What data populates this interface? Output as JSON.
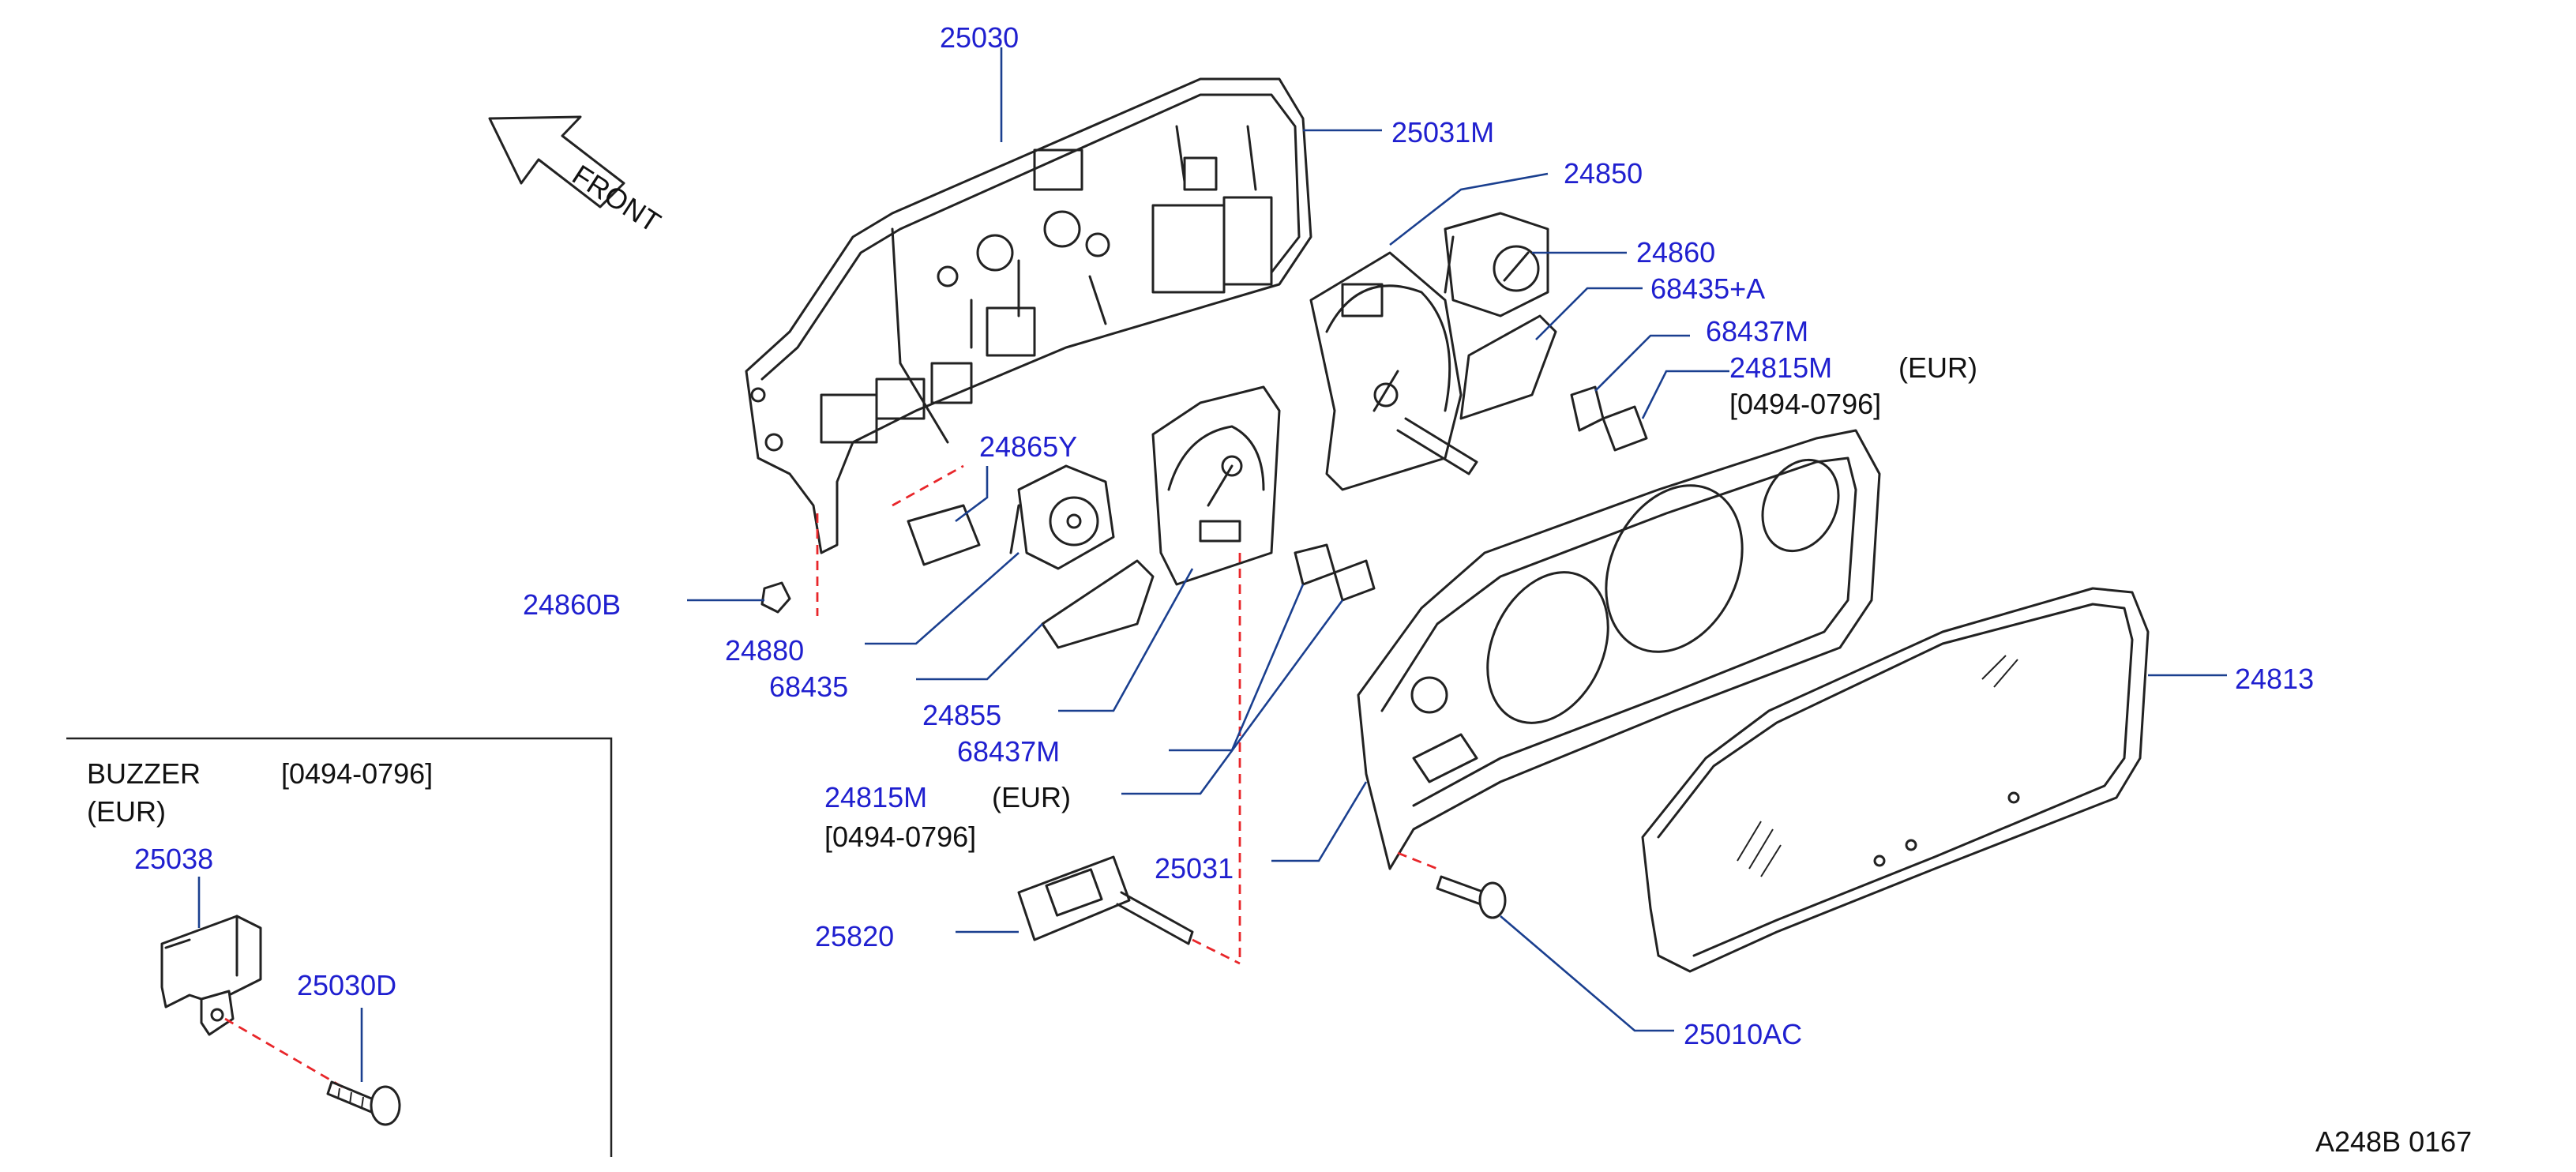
{
  "diagram_code": "A248B  0167",
  "front_label": "FRONT",
  "inset": {
    "title": "BUZZER",
    "qualifier": "(EUR)",
    "date_range": "[0494-0796]",
    "parts": [
      "25038",
      "25030D"
    ]
  },
  "labels": {
    "p25030": "25030",
    "p25031M": "25031M",
    "p24850": "24850",
    "p24860": "24860",
    "p68435A": "68435+A",
    "p68437M_top": "68437M",
    "p24815M_top": "24815M",
    "eur_top": "(EUR)",
    "range_top": "[0494-0796]",
    "p24865Y": "24865Y",
    "p24860B": "24860B",
    "p24880": "24880",
    "p68435": "68435",
    "p24855": "24855",
    "p68437M_bot": "68437M",
    "p24815M_bot": "24815M",
    "eur_bot": "(EUR)",
    "range_bot": "[0494-0796]",
    "p25031": "25031",
    "p25820": "25820",
    "p24813": "24813",
    "p25010AC": "25010AC",
    "p25038": "25038",
    "p25030D": "25030D"
  }
}
